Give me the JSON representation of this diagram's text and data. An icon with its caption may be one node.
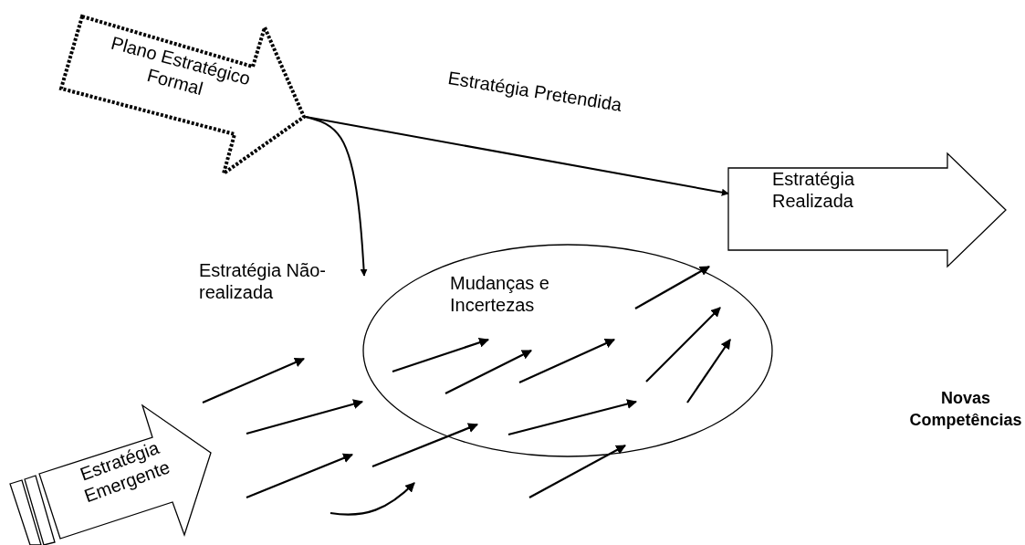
{
  "diagram": {
    "nodes": [
      {
        "text": [
          "Plano Estratégico Formal"
        ]
      },
      {
        "text": [
          "Estratégia Realizada"
        ]
      },
      {
        "text": [
          "Estratégia Não-realizada"
        ]
      },
      {
        "text": [
          "Mudanças e Incertezas"
        ]
      },
      {
        "text": [
          "Estratégia Emergente"
        ]
      }
    ],
    "edges": [
      {
        "from": 0,
        "to": 1,
        "arrow": "to",
        "label": "Estratégia Pretendida"
      },
      {
        "from": 0,
        "to": 2,
        "arrow": "to"
      }
    ],
    "labels": [
      "Novas Competências"
    ]
  }
}
